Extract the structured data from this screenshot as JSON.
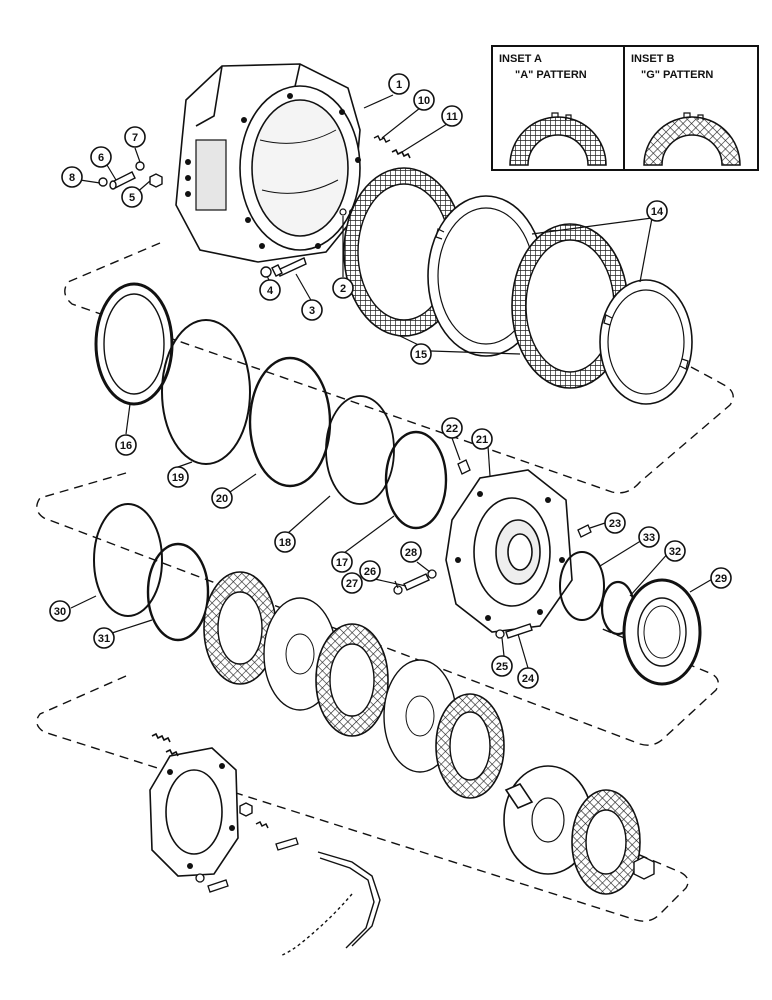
{
  "insets": [
    {
      "id": "A",
      "title": "INSET A",
      "subtitle": "\"A\" PATTERN",
      "icon": "waffle-friction-pattern"
    },
    {
      "id": "B",
      "title": "INSET B",
      "subtitle": "\"G\" PATTERN",
      "icon": "diagonal-friction-pattern"
    }
  ],
  "callouts": [
    "1",
    "2",
    "3",
    "4",
    "5",
    "6",
    "7",
    "8",
    "10",
    "11",
    "14",
    "15",
    "16",
    "17",
    "18",
    "19",
    "20",
    "21",
    "22",
    "23",
    "24",
    "25",
    "26",
    "27",
    "28",
    "29",
    "30",
    "31",
    "32",
    "33"
  ],
  "colors": {
    "ink": "#111111",
    "paper": "#ffffff",
    "friction": "#555555"
  }
}
